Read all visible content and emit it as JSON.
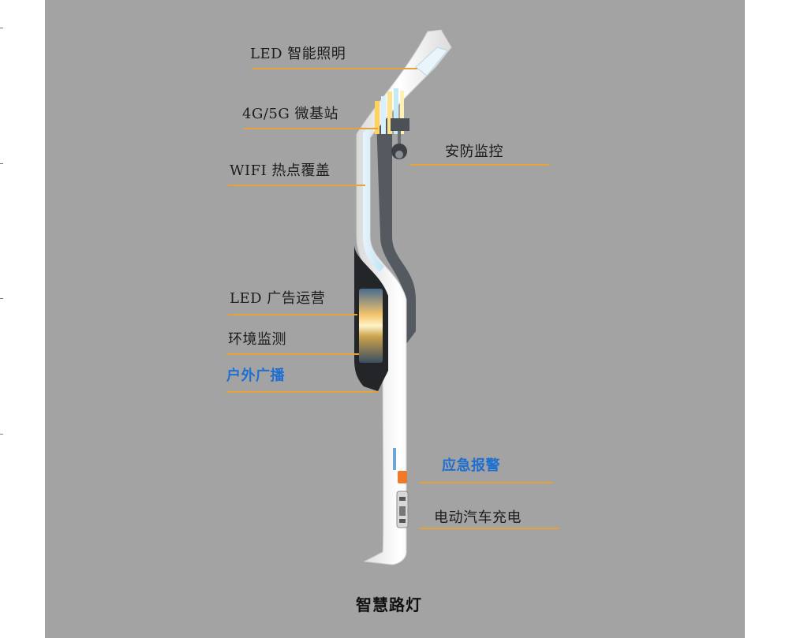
{
  "labels": {
    "led_lighting": "LED 智能照明",
    "micro_station": "4G/5G 微基站",
    "wifi": "WIFI 热点覆盖",
    "security": "安防监控",
    "led_ads": "LED 广告运营",
    "env_monitor": "环境监测",
    "broadcast": "户外广播",
    "emergency": "应急报警",
    "ev_charging": "电动汽车充电"
  },
  "caption": "智慧路灯",
  "colors": {
    "background": "#a3a3a3",
    "rule": "#e6a23a",
    "highlight_text": "#1f6fd1",
    "pole_body": "#f2f2f2",
    "pole_side": "#555a60"
  }
}
